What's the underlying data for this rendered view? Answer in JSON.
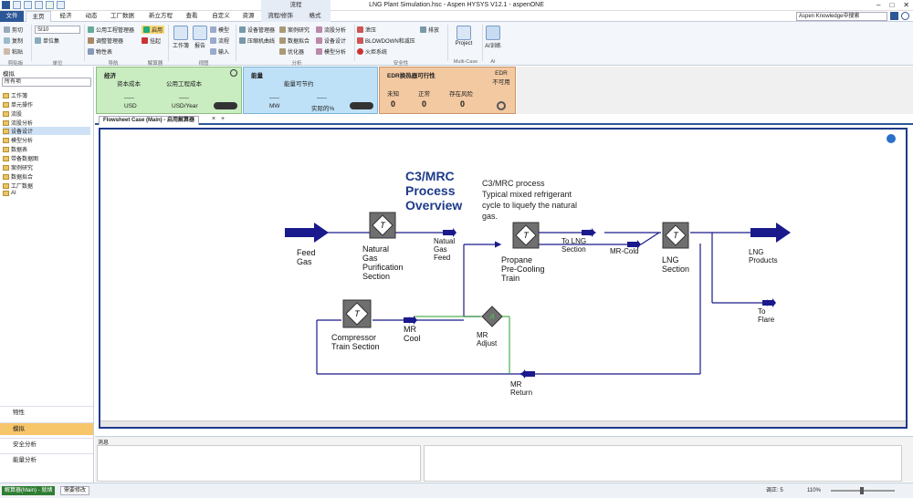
{
  "window": {
    "title": "LNG Plant Simulation.hsc - Aspen HYSYS V12.1 - aspenONE",
    "context_group": "流程",
    "search_placeholder": "Aspen Knowledge中搜索"
  },
  "tabs": [
    "文件",
    "主页",
    "经济",
    "动态",
    "工厂数据",
    "新立方程",
    "查看",
    "自定义",
    "资源",
    "流程/修饰",
    "格式"
  ],
  "ribbon": {
    "clipboard": {
      "cut": "剪切",
      "copy": "复制",
      "paste": "粘贴",
      "label": "剪贴板"
    },
    "units": {
      "unit_set": "SI10",
      "unit_sets_btn": "单位集",
      "label": "单位"
    },
    "navigate": {
      "component_mgr": "公用工程管理器",
      "reaction_mgr": "调整管理器",
      "prop_table": "物性表",
      "label": "导航"
    },
    "solver": {
      "active": "启用",
      "hold": "挂起",
      "label": "解算器"
    },
    "views": {
      "workbook": "工作簿",
      "report": "报告",
      "model": "模型",
      "flowsheet": "流程",
      "input": "输入",
      "label": "视图"
    },
    "analysis": {
      "equipment": "设备管理器",
      "pressure": "压缩机曲线",
      "case_study": "案例研究",
      "data_fit": "数据拟合",
      "optimizer": "优化器",
      "model_analysis": "模型分析",
      "flowsheet_analysis": "流股分析",
      "equipment_design": "设备设计",
      "label": "分析"
    },
    "safety": {
      "relief": "泄压",
      "blowdown": "BLOWDOWN和减压",
      "flare": "火炬系统",
      "vent": "排放",
      "label": "安全性"
    },
    "multicase": {
      "project": "Project",
      "label": "Multi-Case"
    },
    "ai": {
      "ai_train": "AI训练",
      "label": "AI"
    }
  },
  "sidebar": {
    "header": "模拟",
    "filter": "所有项",
    "items": [
      "工作簿",
      "单元操作",
      "流股",
      "流股分析",
      "设备设计",
      "模型分析",
      "数据表",
      "带备数据图",
      "案例研究",
      "数据拟合",
      "工厂数据",
      "AI"
    ],
    "nav": [
      "物性",
      "模拟",
      "安全分析",
      "能量分析"
    ]
  },
  "kpi": {
    "econ": {
      "title": "经济",
      "capital": "资本成本",
      "utility": "公用工程成本",
      "capital_unit": "USD",
      "utility_unit": "USD/Year",
      "capital_val": "___",
      "utility_val": "___"
    },
    "energy": {
      "title": "能量",
      "savings": "能量可节约",
      "unit1": "MW",
      "unit2": "实际的%",
      "val1": "___",
      "val2": "___"
    },
    "edr": {
      "title": "EDR换热器可行性",
      "status": "EDR\n不可用",
      "unknown": "未知",
      "normal": "正常",
      "risk": "存在风险",
      "n_unknown": "0",
      "n_normal": "0",
      "n_risk": "0"
    }
  },
  "flowsheet_tab": "Flowsheet Case (Main) - 启用解算器",
  "flowsheet": {
    "title1": "C3/MRC",
    "title2": "Process",
    "title3": "Overview",
    "desc1": "C3/MRC process",
    "desc2": "Typical mixed refrigerant",
    "desc3": "cycle to liquefy the natural",
    "desc4": "gas.",
    "feed1": "Feed",
    "feed2": "Gas",
    "ngp1": "Natural",
    "ngp2": "Gas",
    "ngp3": "Purification",
    "ngp4": "Section",
    "ngfeed1": "Natual",
    "ngfeed2": "Gas",
    "ngfeed3": "Feed",
    "prop1": "Propane",
    "prop2": "Pre-Cooling",
    "prop3": "Train",
    "tolng1": "To LNG",
    "tolng2": "Section",
    "mrcold": "MR-Cold",
    "lng1": "LNG",
    "lng2": "Section",
    "lngprod1": "LNG",
    "lngprod2": "Products",
    "flare1": "To",
    "flare2": "Flare",
    "comp1": "Compressor",
    "comp2": "Train Section",
    "mrcool1": "MR",
    "mrcool2": "Cool",
    "adj1": "MR",
    "adj2": "Adjust",
    "mrret1": "MR",
    "mrret2": "Return",
    "op_letter": "T",
    "adj_letter": "A"
  },
  "messages": {
    "label": "消息"
  },
  "status": {
    "solver": "解算器(Main) - 就绪",
    "required": "需要修改",
    "scale": "调正: 5",
    "zoom": "110%"
  }
}
